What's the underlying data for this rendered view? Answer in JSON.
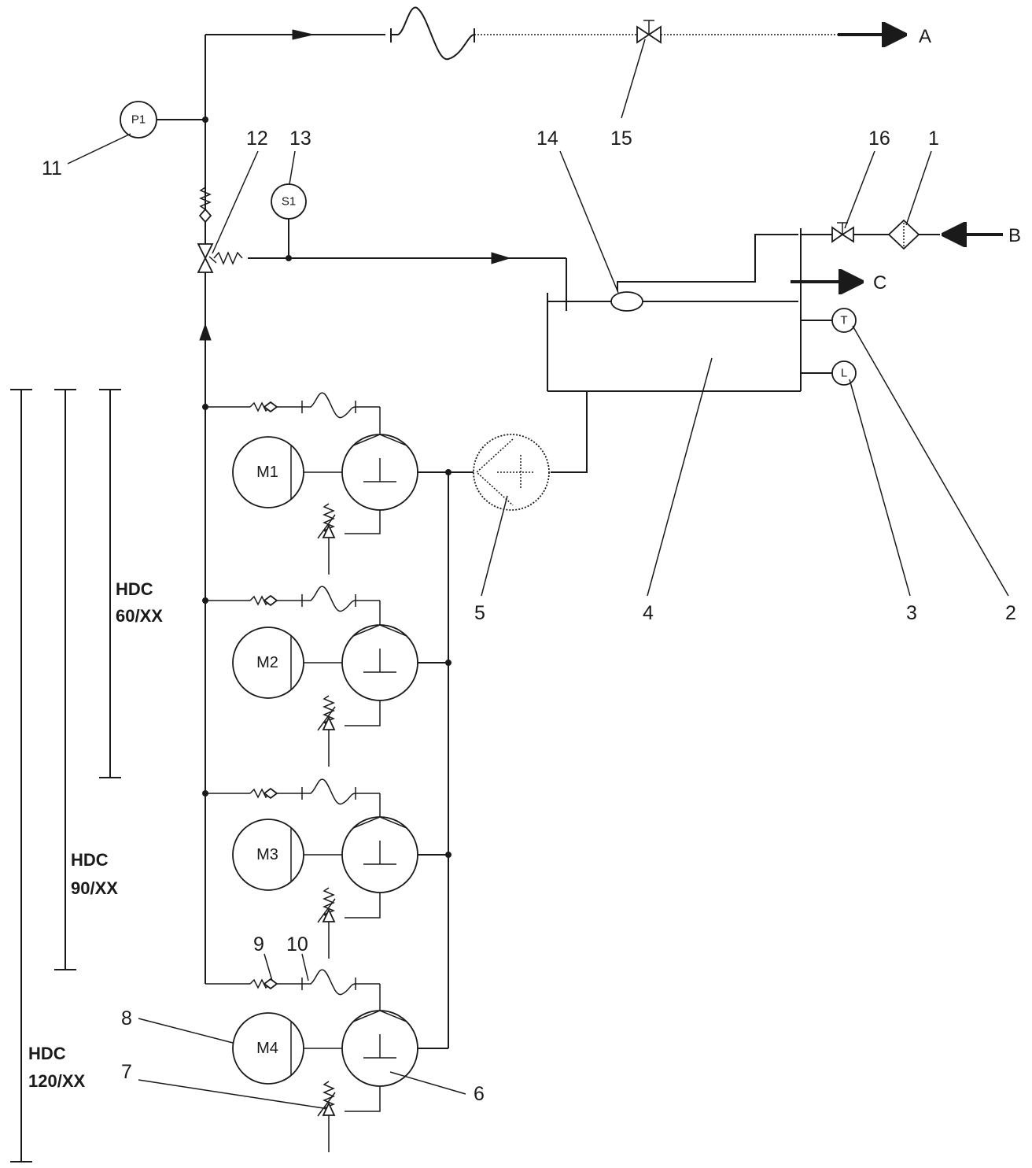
{
  "ports": {
    "a": "A",
    "b": "B",
    "c": "C"
  },
  "instruments": {
    "p1": "P1",
    "s1": "S1",
    "t": "T",
    "l": "L"
  },
  "motors": [
    "M1",
    "M2",
    "M3",
    "M4"
  ],
  "callouts": {
    "n1": "1",
    "n2": "2",
    "n3": "3",
    "n4": "4",
    "n5": "5",
    "n6": "6",
    "n7": "7",
    "n8": "8",
    "n9": "9",
    "n10": "10",
    "n11": "11",
    "n12": "12",
    "n13": "13",
    "n14": "14",
    "n15": "15",
    "n16": "16"
  },
  "models": {
    "hdc60": {
      "line1": "HDC",
      "line2": "60/XX"
    },
    "hdc90": {
      "line1": "HDC",
      "line2": "90/XX"
    },
    "hdc120": {
      "line1": "HDC",
      "line2": "120/XX"
    }
  }
}
